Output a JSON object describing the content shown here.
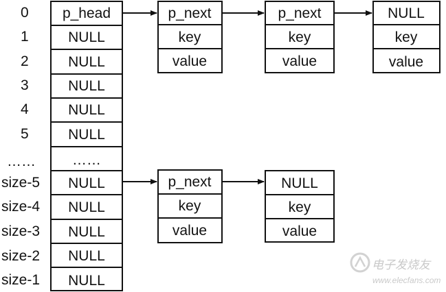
{
  "table": {
    "indices": [
      "0",
      "1",
      "2",
      "3",
      "4",
      "5",
      "……",
      "size-5",
      "size-4",
      "size-3",
      "size-2",
      "size-1"
    ],
    "cells": [
      "p_head",
      "NULL",
      "NULL",
      "NULL",
      "NULL",
      "NULL",
      "……",
      "NULL",
      "NULL",
      "NULL",
      "NULL",
      "NULL"
    ]
  },
  "chain_top": [
    [
      "p_next",
      "key",
      "value"
    ],
    [
      "p_next",
      "key",
      "value"
    ],
    [
      "NULL",
      "key",
      "value"
    ]
  ],
  "chain_bottom": [
    [
      "p_next",
      "key",
      "value"
    ],
    [
      "NULL",
      "key",
      "value"
    ]
  ],
  "watermark": {
    "cn": "电子发烧友",
    "url": "www.elecfans.com"
  }
}
